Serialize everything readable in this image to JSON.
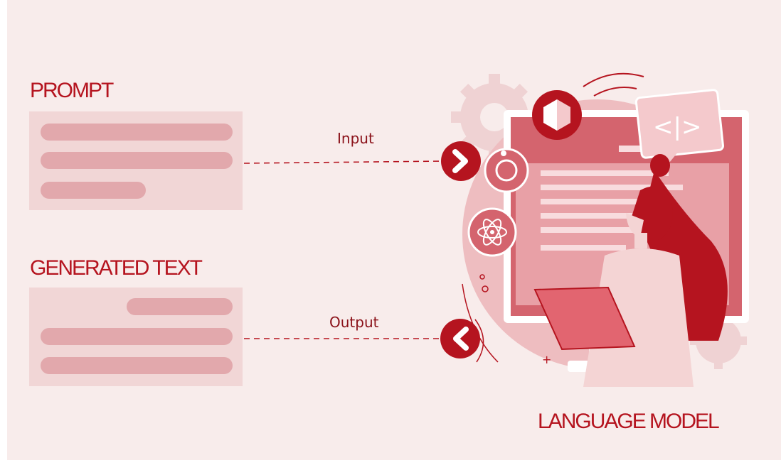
{
  "diagram": {
    "prompt_heading": "PROMPT",
    "generated_heading": "GENERATED TEXT",
    "model_heading": "LANGUAGE MODEL",
    "input_label": "Input",
    "output_label": "Output"
  },
  "colors": {
    "background": "#f8eceb",
    "accent_red": "#b5141f",
    "box_fill": "#f1d6d6",
    "line_fill": "#e2a8ac",
    "illustration_pink": "#e8aeb2"
  },
  "icons": [
    "chevron-right-icon",
    "chevron-left-icon",
    "code-tag-icon",
    "hexagon-icon",
    "target-icon",
    "atom-icon",
    "gear-icon"
  ]
}
